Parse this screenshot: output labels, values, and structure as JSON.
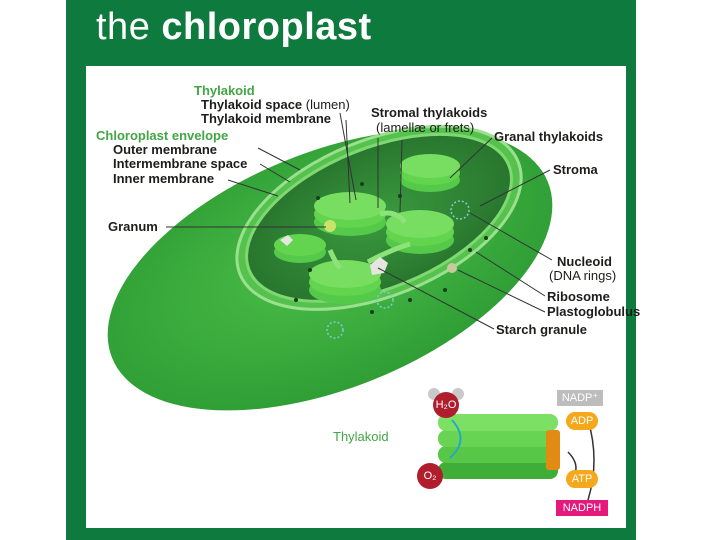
{
  "title": {
    "prefix": "the",
    "main": "chloroplast"
  },
  "labels": {
    "thylakoid_heading": "Thylakoid",
    "thylakoid_space": "Thylakoid space",
    "lumen": "(lumen)",
    "thylakoid_membrane": "Thylakoid membrane",
    "envelope_heading": "Chloroplast envelope",
    "outer_membrane": "Outer membrane",
    "intermembrane_space": "Intermembrane space",
    "inner_membrane": "Inner membrane",
    "granum": "Granum",
    "stromal_thylakoids": "Stromal thylakoids",
    "lamellae": "(lamellæ or frets)",
    "granal_thylakoids": "Granal thylakoids",
    "stroma": "Stroma",
    "nucleoid": "Nucleoid",
    "dna_rings": "(DNA rings)",
    "ribosome": "Ribosome",
    "plastoglobulus": "Plastoglobulus",
    "starch_granule": "Starch granule"
  },
  "inset": {
    "label": "Thylakoid",
    "h2o": "H₂O",
    "o2": "O₂",
    "nadp_plus": "NADP⁺",
    "adp": "ADP",
    "atp": "ATP",
    "nadph": "NADPH"
  },
  "colors": {
    "frame": "#0e7a3e",
    "envelope": "#3aa83d",
    "stroma": "#2f8f3a",
    "thylakoid": "#62d44d",
    "label_green": "#43a543",
    "nadph_badge": "#e5197b",
    "atp_badge": "#f5a81c",
    "h2o_molecule": "#b01d2c"
  }
}
